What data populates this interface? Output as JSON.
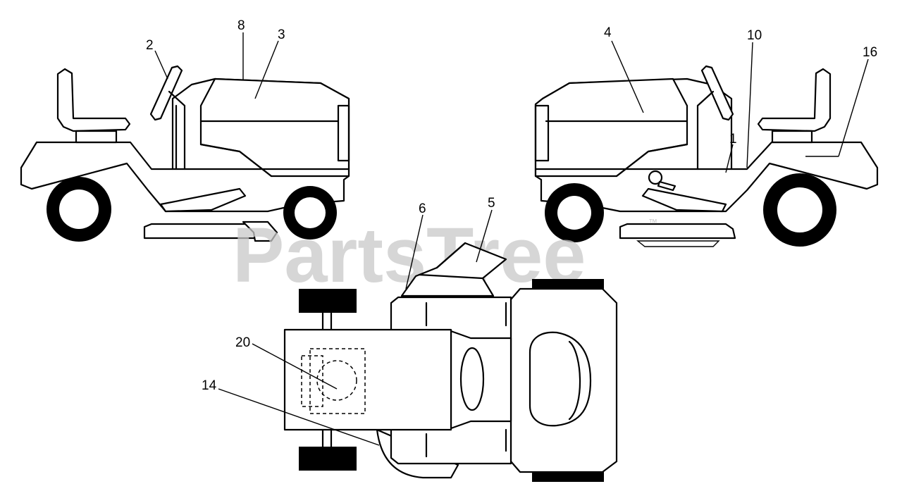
{
  "callouts": {
    "n1": "1",
    "n2": "2",
    "n3": "3",
    "n4": "4",
    "n5": "5",
    "n6": "6",
    "n8": "8",
    "n10": "10",
    "n14": "14",
    "n16": "16",
    "n20": "20"
  },
  "watermark": {
    "text": "PartsTree",
    "trademark": "™"
  },
  "colors": {
    "line": "#000000",
    "background": "#ffffff",
    "watermark": "#c9c9c9"
  }
}
